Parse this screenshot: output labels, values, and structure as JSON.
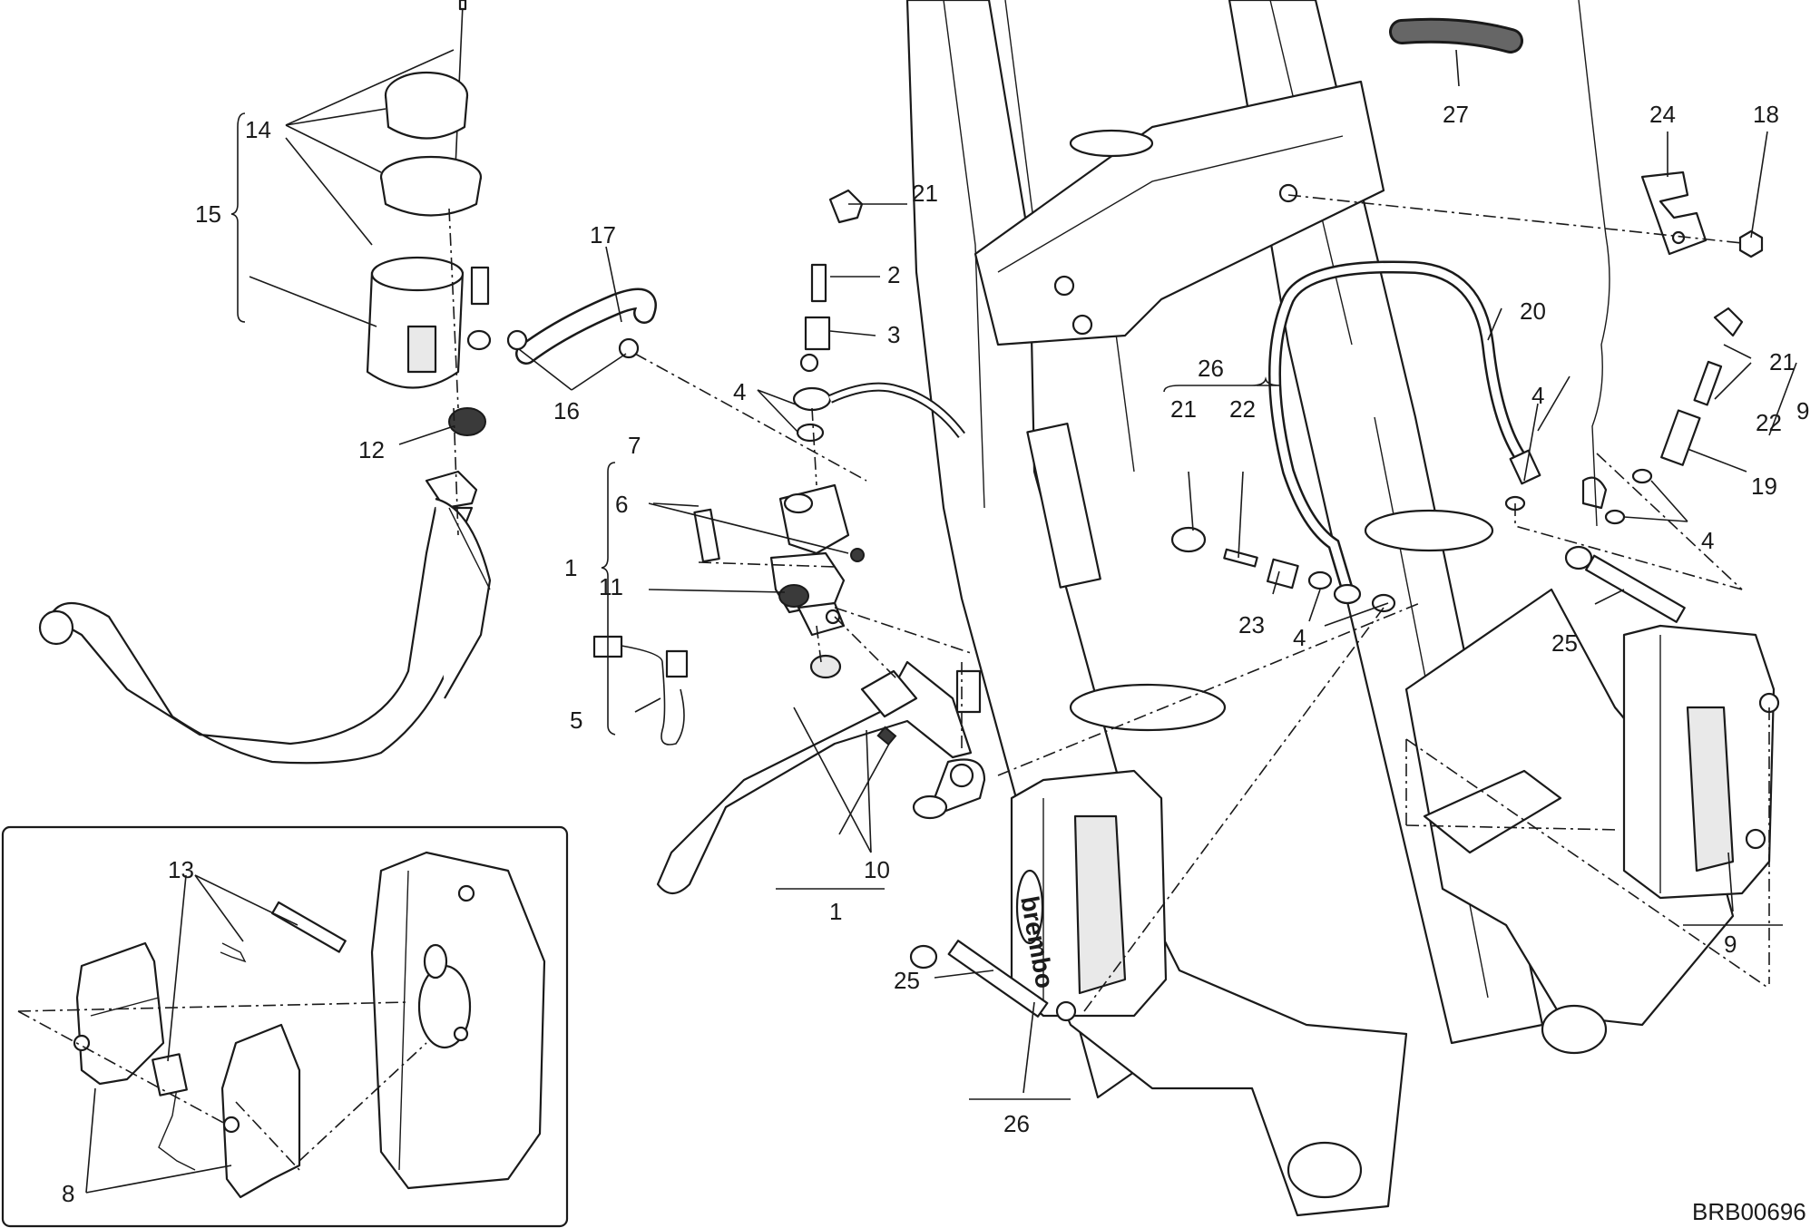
{
  "diagram_ref": "BRB00696",
  "callouts": [
    {
      "id": "c-14",
      "text": "14"
    },
    {
      "id": "c-15",
      "text": "15"
    },
    {
      "id": "c-17",
      "text": "17"
    },
    {
      "id": "c-16",
      "text": "16"
    },
    {
      "id": "c-12",
      "text": "12"
    },
    {
      "id": "c-21a",
      "text": "21"
    },
    {
      "id": "c-2",
      "text": "2"
    },
    {
      "id": "c-3",
      "text": "3"
    },
    {
      "id": "c-4a",
      "text": "4"
    },
    {
      "id": "c-7",
      "text": "7"
    },
    {
      "id": "c-6",
      "text": "6"
    },
    {
      "id": "c-1a",
      "text": "1"
    },
    {
      "id": "c-11",
      "text": "11"
    },
    {
      "id": "c-5",
      "text": "5"
    },
    {
      "id": "c-10",
      "text": "10"
    },
    {
      "id": "c-1b",
      "text": "1"
    },
    {
      "id": "c-27",
      "text": "27"
    },
    {
      "id": "c-24",
      "text": "24"
    },
    {
      "id": "c-18",
      "text": "18"
    },
    {
      "id": "c-20",
      "text": "20"
    },
    {
      "id": "c-26a",
      "text": "26"
    },
    {
      "id": "c-21b",
      "text": "21"
    },
    {
      "id": "c-22a",
      "text": "22"
    },
    {
      "id": "c-23",
      "text": "23"
    },
    {
      "id": "c-4b",
      "text": "4"
    },
    {
      "id": "c-4c",
      "text": "4"
    },
    {
      "id": "c-21c",
      "text": "21"
    },
    {
      "id": "c-22b",
      "text": "22"
    },
    {
      "id": "c-9a",
      "text": "9"
    },
    {
      "id": "c-19",
      "text": "19"
    },
    {
      "id": "c-4d",
      "text": "4"
    },
    {
      "id": "c-25a",
      "text": "25"
    },
    {
      "id": "c-9b",
      "text": "9"
    },
    {
      "id": "c-25b",
      "text": "25"
    },
    {
      "id": "c-26b",
      "text": "26"
    },
    {
      "id": "c-13",
      "text": "13"
    },
    {
      "id": "c-8",
      "text": "8"
    }
  ]
}
